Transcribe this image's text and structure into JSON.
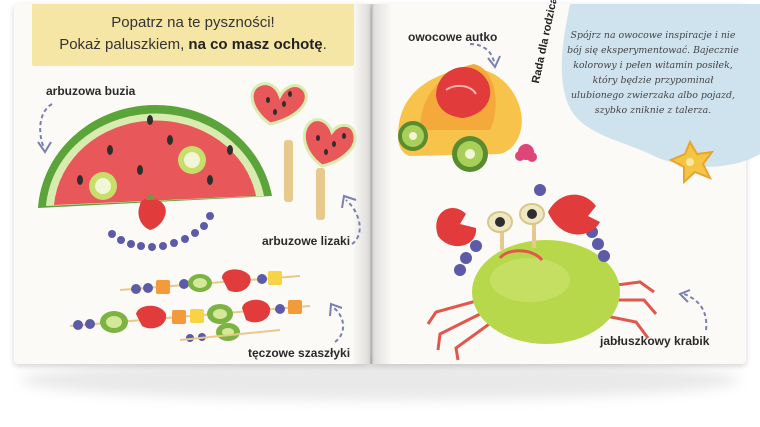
{
  "left_page": {
    "banner_line1": "Popatrz na te pyszności!",
    "banner_line2_prefix": "Pokaż paluszkiem, ",
    "banner_line2_bold": "na co masz ochotę",
    "banner_line2_suffix": ".",
    "label_watermelon_face": "arbuzowa buzia",
    "label_watermelon_pops": "arbuzowe lizaki",
    "label_skewers": "tęczowe szaszłyki"
  },
  "right_page": {
    "label_fruit_car": "owocowe autko",
    "tip_title": "Rada dla rodzica",
    "tip_text": "Spójrz na owocowe inspiracje i nie bój się eksperymentować. Bajecznie kolorowy i pełen witamin posiłek, który będzie przypominał ulubionego zwierzaka albo pojazd, szybko zniknie z talerza.",
    "label_apple_crab": "jabłuszkowy krabik"
  },
  "colors": {
    "banner": "#f6e6a6",
    "tip_blob": "#cfe3ee",
    "watermelon_red": "#e8575a",
    "rind_green": "#5aa43a",
    "apple_green": "#a8cf45",
    "blueberry": "#5d5aa8",
    "arrow": "#7a7fb0"
  },
  "icons": [
    "watermelon-face-icon",
    "watermelon-pop-icon",
    "fruit-skewer-icon",
    "fruit-car-icon",
    "apple-crab-icon",
    "star-fruit-icon",
    "dashed-arrow-icon"
  ]
}
